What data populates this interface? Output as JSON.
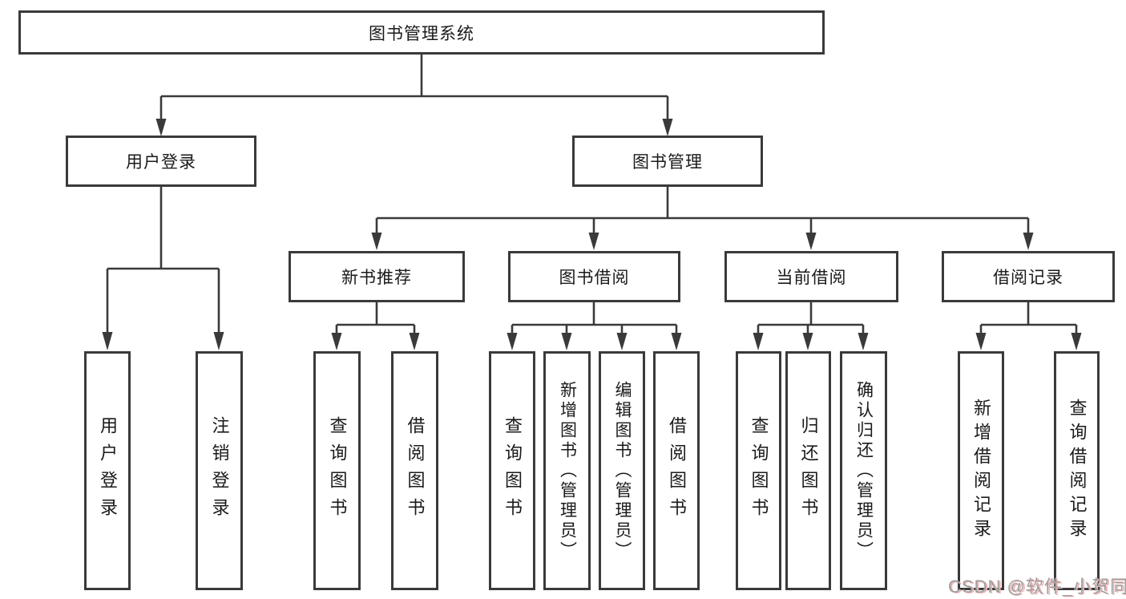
{
  "diagram": {
    "title": "图书管理系统",
    "root": "图书管理系统",
    "level2": [
      "用户登录",
      "图书管理"
    ],
    "level3": [
      "新书推荐",
      "图书借阅",
      "当前借阅",
      "借阅记录"
    ],
    "leaves": [
      "用户登录",
      "注销登录",
      "查询图书",
      "借阅图书",
      "查询图书",
      "新增图书（管理员）",
      "编辑图书（管理员）",
      "借阅图书",
      "查询图书",
      "归还图书",
      "确认归还（管理员）",
      "新增借阅记录",
      "查询借阅记录"
    ]
  },
  "watermark": "CSDN @软件_小贺同学",
  "colors": {
    "line": "#3a3a3a",
    "box_border": "#3a3a3a",
    "text": "#1a1a1a",
    "background": "#ffffff",
    "watermark": "#9e9e9e",
    "watermark_accent": "#eeb3b3"
  }
}
